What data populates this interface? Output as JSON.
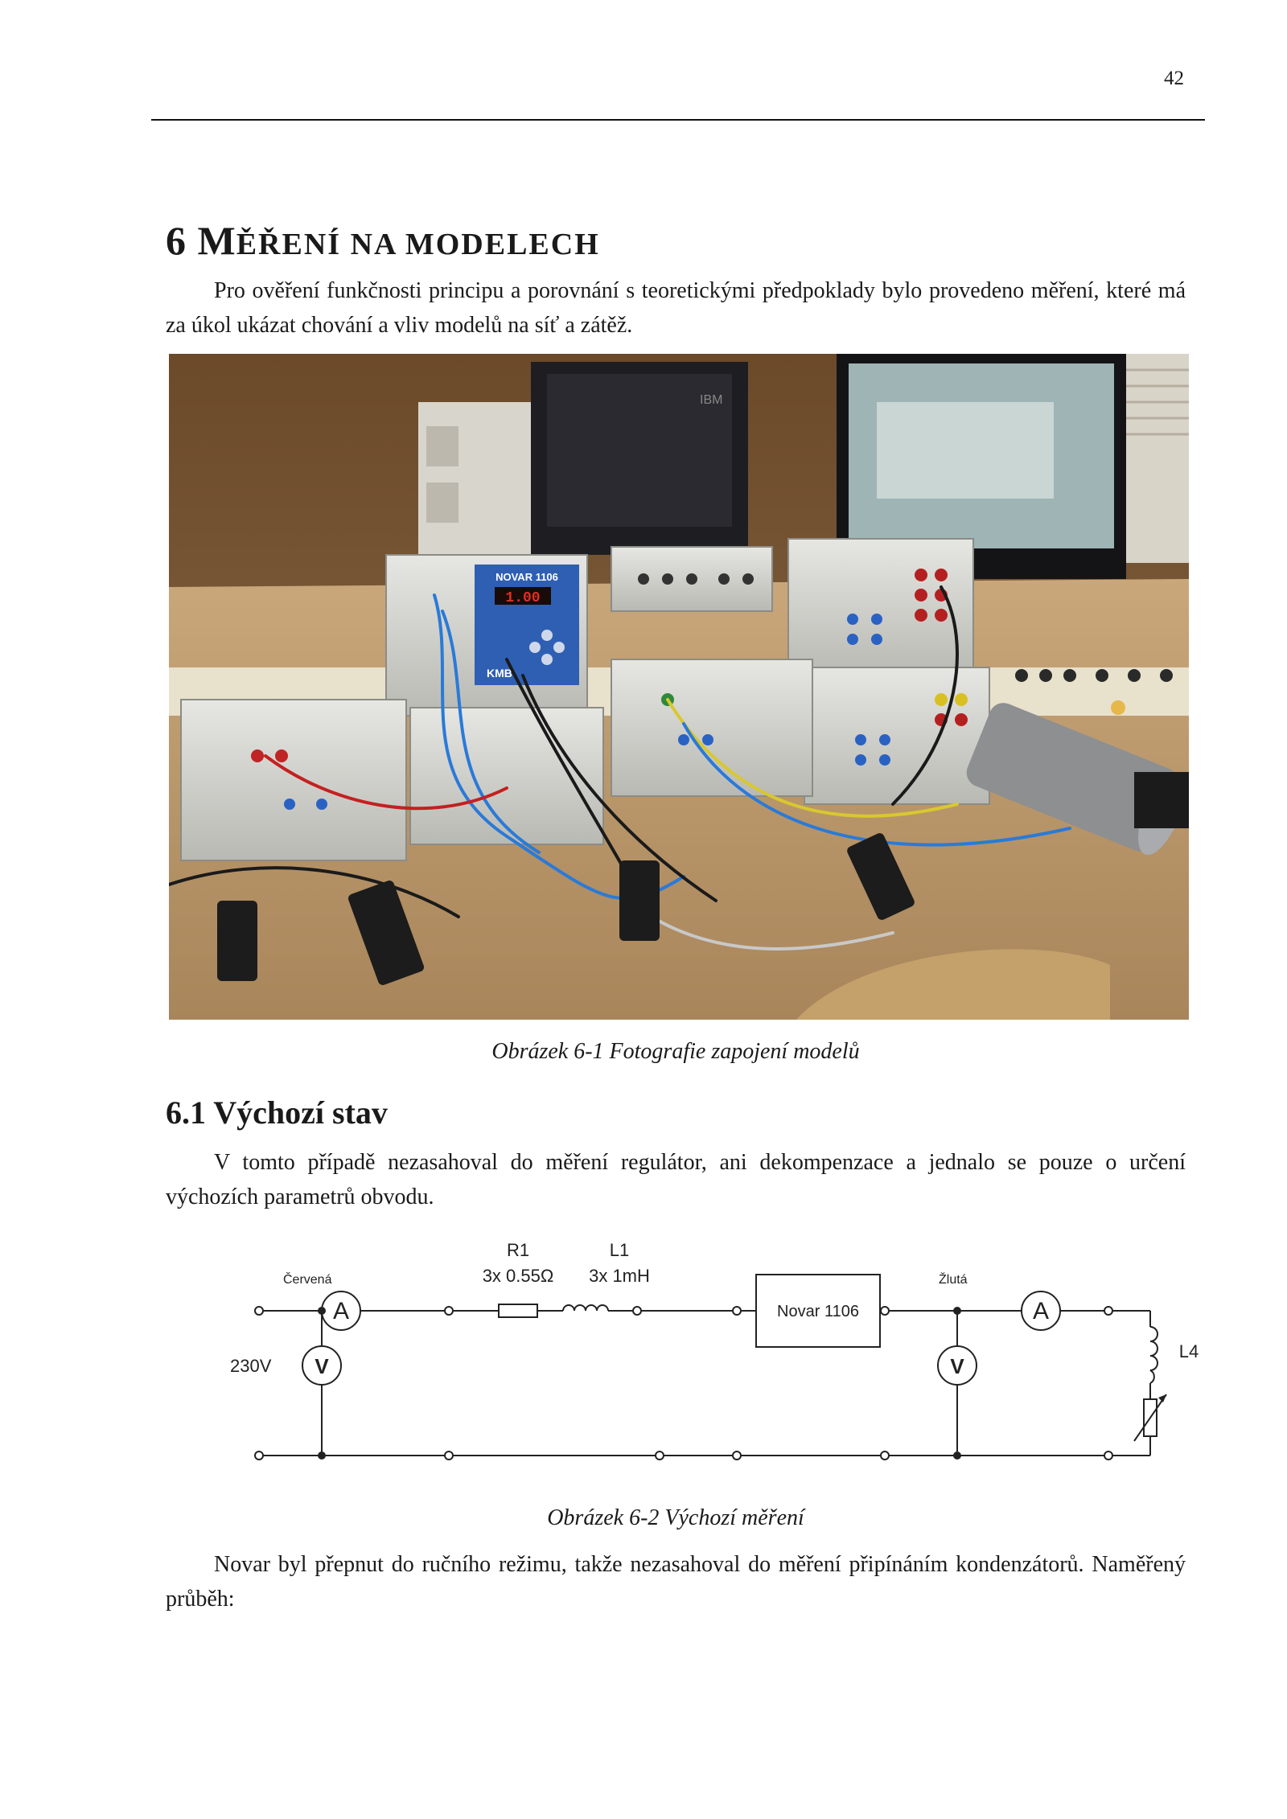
{
  "page": {
    "number": "42"
  },
  "chapter": {
    "number": "6",
    "title_initial": "M",
    "title_rest": "ĚŘENÍ NA MODELECH"
  },
  "paragraphs": {
    "intro": "Pro ověření funkčnosti principu a porovnání s teoretickými předpoklady bylo provedeno měření, které má za úkol ukázat chování a vliv modelů na síť a zátěž.",
    "section_text": "V tomto případě nezasahoval do měření regulátor, ani dekompenzace a jednalo se pouze o určení výchozích parametrů obvodu.",
    "closing": "Novar byl přepnut do ručního režimu, takže nezasahoval do měření připínáním kondenzátorů. Naměřený průběh:"
  },
  "figures": {
    "photo_caption": "Obrázek 6-1 Fotografie zapojení modelů",
    "photo_device_label": "NOVAR 1106",
    "photo_display_value": "1.00",
    "photo_brand_label": "KMB",
    "photo_monitor_label": "IBM",
    "circuit_caption": "Obrázek 6-2 Výchozí měření"
  },
  "section": {
    "number": "6.1",
    "title": "Výchozí stav"
  },
  "circuit": {
    "left_label": "Červená",
    "right_label": "Žlutá",
    "voltage": "230V",
    "r1_name": "R1",
    "r1_value": "3x 0.55Ω",
    "l1_name": "L1",
    "l1_value": "3x 1mH",
    "device": "Novar 1106",
    "l4_name": "L4",
    "ammeter_symbol": "A",
    "voltmeter_symbol": "V"
  },
  "colors": {
    "text": "#1a1a1a",
    "device_panel": "#2f5fb3",
    "display_red": "#e03020"
  }
}
